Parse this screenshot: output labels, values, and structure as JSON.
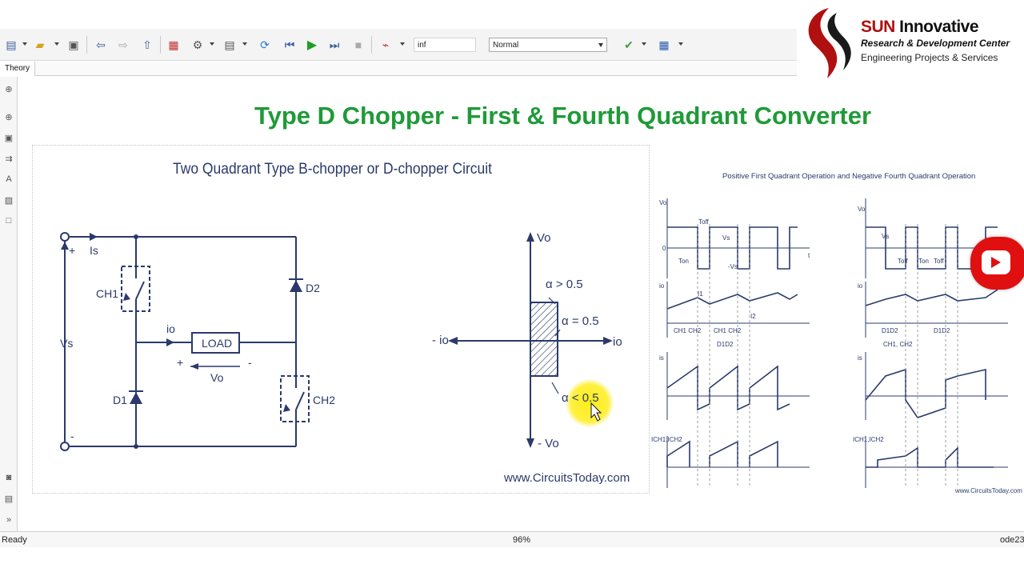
{
  "toolbar": {
    "sim_time": "inf",
    "mode": "Normal"
  },
  "tab": {
    "label": "Theory"
  },
  "status": {
    "ready": "Ready",
    "zoom": "96%",
    "right": "ode23"
  },
  "logo": {
    "sun": "SUN",
    "title_rest": " Innovative",
    "line2": "Research & Development Center",
    "line3": "Engineering Projects & Services"
  },
  "page_title": "Type D Chopper - First & Fourth Quadrant Converter",
  "circuit": {
    "title": "Two Quadrant Type B-chopper or D-chopper Circuit",
    "plus": "+",
    "is": "Is",
    "ch1": "CH1",
    "vs": "Vs",
    "io": "io",
    "load": "LOAD",
    "load_plus": "+",
    "load_minus": "-",
    "vo": "Vo",
    "d1": "D1",
    "d2": "D2",
    "ch2": "CH2",
    "minus": "-"
  },
  "quadrant": {
    "vo_pos": "Vo",
    "vo_neg": "- Vo",
    "io_pos": "io",
    "io_neg": "- io",
    "a_gt": "α > 0.5",
    "a_eq": "α = 0.5",
    "a_lt": "α < 0.5"
  },
  "site": "www.CircuitsToday.com",
  "waveforms": {
    "title": "Positive First Quadrant Operation and Negative Fourth Quadrant Operation",
    "vo": "Vo",
    "vs": "Vs",
    "neg_vs": "-Vs",
    "io": "io",
    "is": "is",
    "icd": "ICH1,ICH2",
    "zero": "0",
    "t": "t",
    "ton": "Ton",
    "toff": "Toff",
    "i1": "I1",
    "i2": "I2",
    "ch1ch2": "CH1 CH2",
    "d1d2": "D1D2",
    "d1d2b": "D1D2",
    "ch1ch2b": "CH1, CH2",
    "site": "www.CircuitsToday.com"
  }
}
